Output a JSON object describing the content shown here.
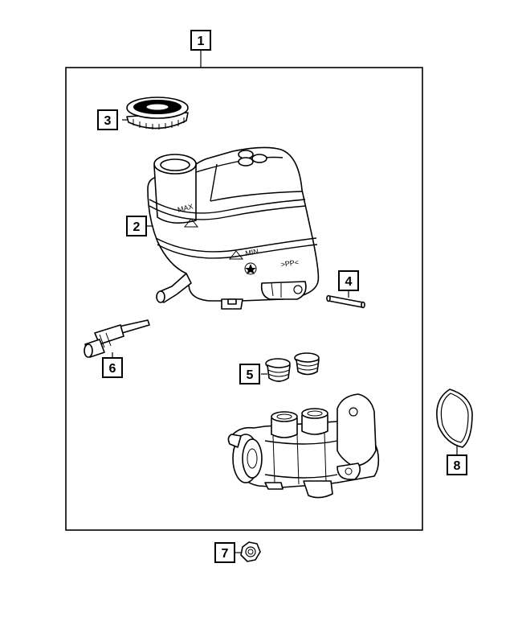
{
  "callouts": [
    {
      "id": "c1",
      "label": "1"
    },
    {
      "id": "c2",
      "label": "2"
    },
    {
      "id": "c3",
      "label": "3"
    },
    {
      "id": "c4",
      "label": "4"
    },
    {
      "id": "c5",
      "label": "5"
    },
    {
      "id": "c6",
      "label": "6"
    },
    {
      "id": "c7",
      "label": "7"
    },
    {
      "id": "c8",
      "label": "8"
    }
  ],
  "reservoir": {
    "max_label": "MAX",
    "min_label": "MIN",
    "material_mark": ">PP<"
  }
}
